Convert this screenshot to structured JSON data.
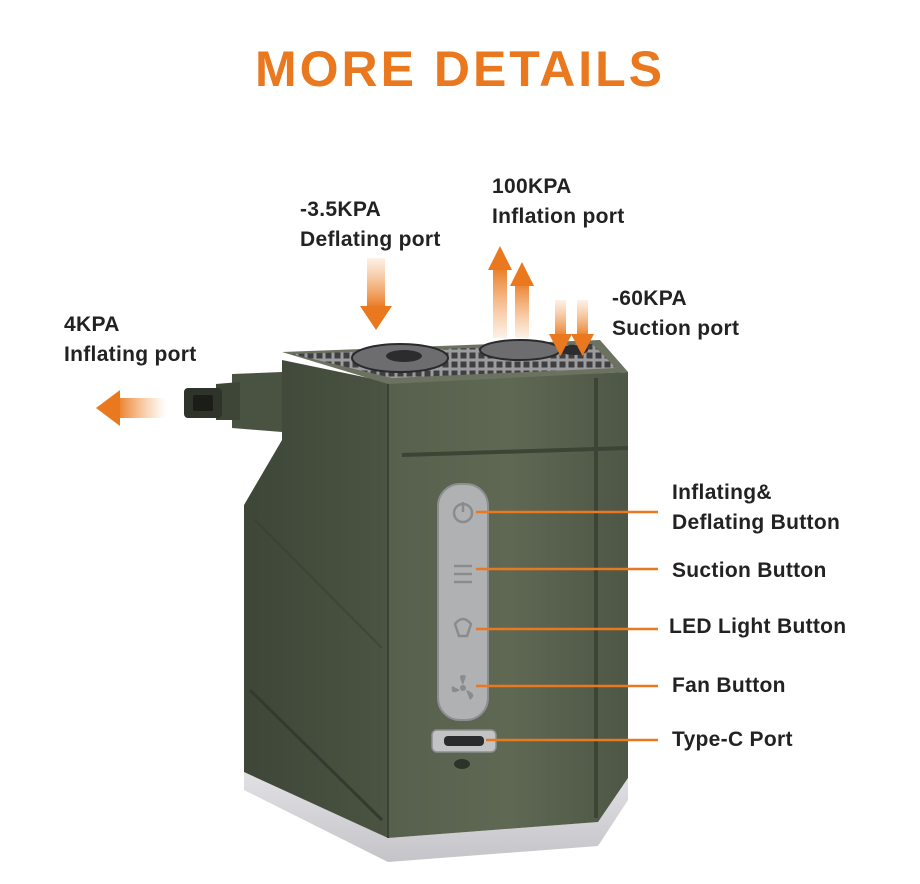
{
  "title": "MORE DETAILS",
  "colors": {
    "accent": "#e9781f",
    "body": "#5a6450",
    "body_dark": "#424b3b",
    "base": "#d3d3d7",
    "text": "#222222"
  },
  "ports": {
    "inflating": {
      "pressure": "4KPA",
      "name": "Inflating port"
    },
    "deflating": {
      "pressure": "-3.5KPA",
      "name": "Deflating port"
    },
    "inflation": {
      "pressure": "100KPA",
      "name": "Inflation port"
    },
    "suction": {
      "pressure": "-60KPA",
      "name": "Suction port"
    }
  },
  "controls": {
    "inflate_deflate_line1": "Inflating&",
    "inflate_deflate_line2": "Deflating Button",
    "suction": "Suction Button",
    "led": "LED Light Button",
    "fan": "Fan Button",
    "typec": "Type-C Port"
  },
  "icons": [
    "arrow-left-icon",
    "arrow-down-icon",
    "arrow-up-icon",
    "power-icon",
    "suction-icon",
    "led-icon",
    "fan-icon"
  ]
}
